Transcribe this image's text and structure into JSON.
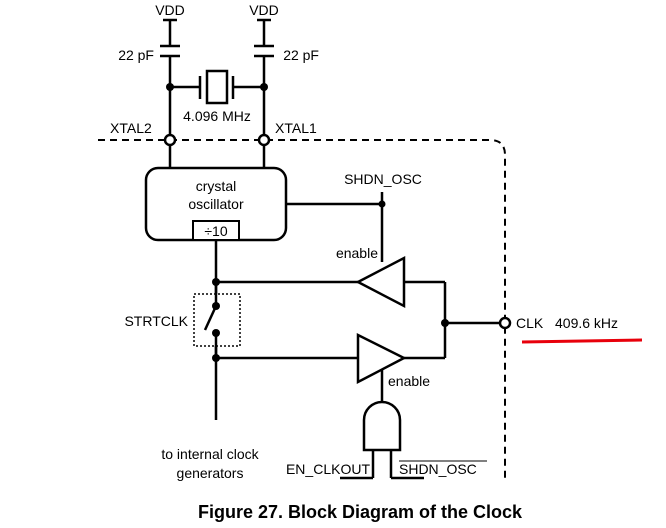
{
  "figure": {
    "caption": "Figure 27.  Block Diagram of the Clock"
  },
  "power": {
    "left_supply": "VDD",
    "right_supply": "VDD"
  },
  "components": {
    "cap_left": "22 pF",
    "cap_right": "22 pF",
    "crystal_freq": "4.096 MHz",
    "osc_line1": "crystal",
    "osc_line2": "oscillator",
    "divider": "÷10",
    "switch_label": "STRTCLK",
    "buf_top_enable": "enable",
    "buf_bottom_enable": "enable"
  },
  "pins": {
    "xtal2": "XTAL2",
    "xtal1": "XTAL1",
    "clk": "CLK",
    "clk_freq": "409.6 kHz"
  },
  "signals": {
    "shdn_osc_top": "SHDN_OSC",
    "en_clkout": "EN_CLKOUT",
    "shdn_osc_bar": "SHDN_OSC",
    "internal_line1": "to internal clock",
    "internal_line2": "generators"
  },
  "colors": {
    "highlight": "#e8000b"
  }
}
